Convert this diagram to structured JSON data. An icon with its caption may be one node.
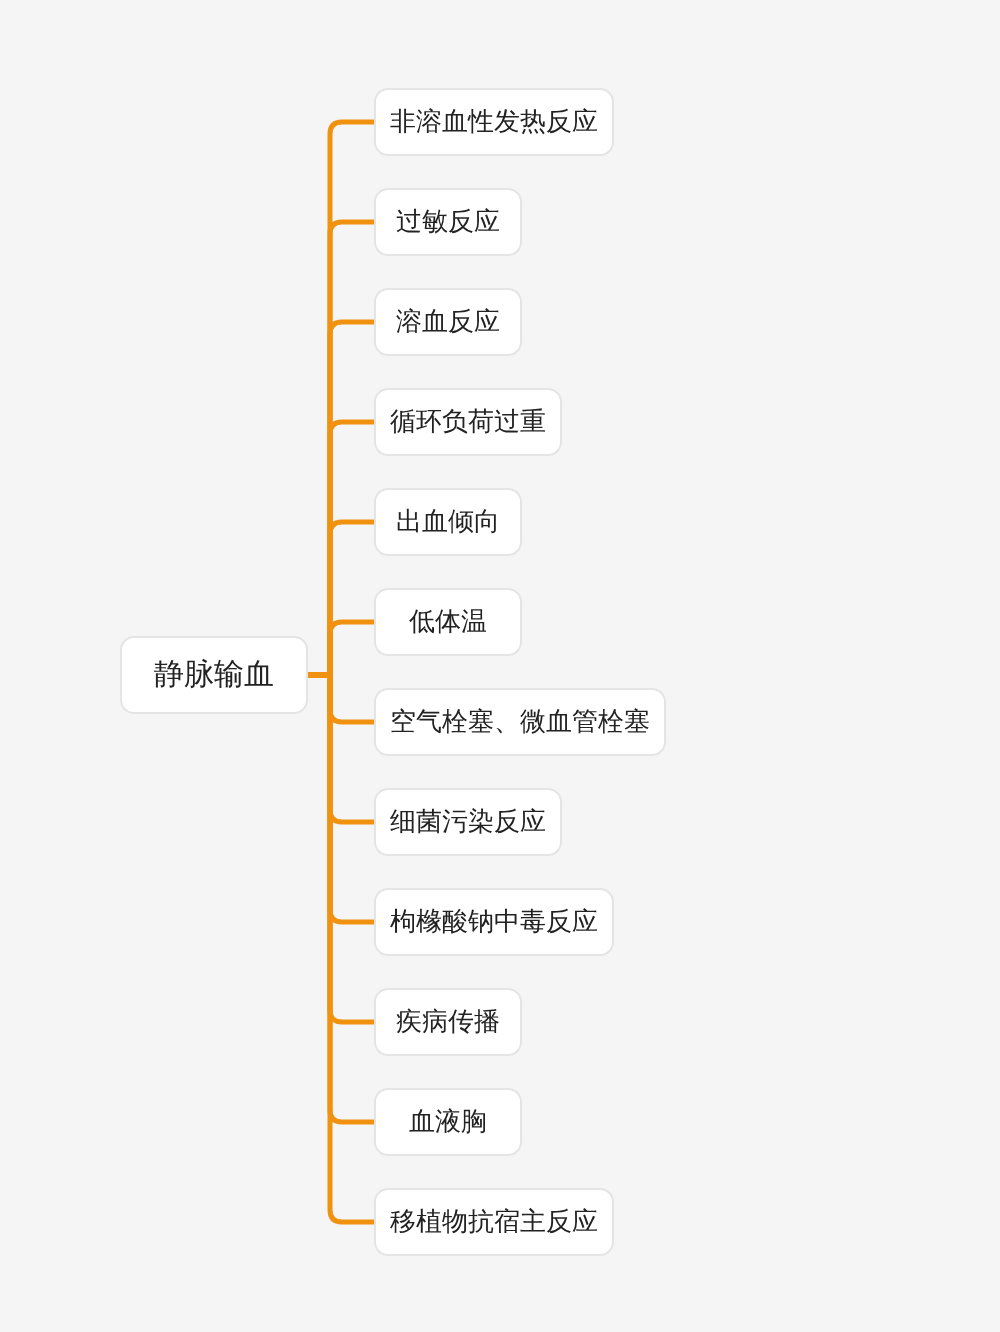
{
  "diagram": {
    "nodes": [
      {
        "text": [
          "静脉输血"
        ]
      },
      {
        "text": [
          "非溶血性发热反应"
        ]
      },
      {
        "text": [
          "过敏反应"
        ]
      },
      {
        "text": [
          "溶血反应"
        ]
      },
      {
        "text": [
          "循环负荷过重"
        ]
      },
      {
        "text": [
          "出血倾向"
        ]
      },
      {
        "text": [
          "低体温"
        ]
      },
      {
        "text": [
          "空气栓塞、微血管栓塞"
        ]
      },
      {
        "text": [
          "细菌污染反应"
        ]
      },
      {
        "text": [
          "枸橼酸钠中毒反应"
        ]
      },
      {
        "text": [
          "疾病传播"
        ]
      },
      {
        "text": [
          "血液胸"
        ]
      },
      {
        "text": [
          "移植物抗宿主反应"
        ]
      }
    ],
    "edges": [
      {
        "from": 0,
        "to": 1,
        "arrow": "none"
      },
      {
        "from": 0,
        "to": 2,
        "arrow": "none"
      },
      {
        "from": 0,
        "to": 3,
        "arrow": "none"
      },
      {
        "from": 0,
        "to": 4,
        "arrow": "none"
      },
      {
        "from": 0,
        "to": 5,
        "arrow": "none"
      },
      {
        "from": 0,
        "to": 6,
        "arrow": "none"
      },
      {
        "from": 0,
        "to": 7,
        "arrow": "none"
      },
      {
        "from": 0,
        "to": 8,
        "arrow": "none"
      },
      {
        "from": 0,
        "to": 9,
        "arrow": "none"
      },
      {
        "from": 0,
        "to": 10,
        "arrow": "none"
      },
      {
        "from": 0,
        "to": 11,
        "arrow": "none"
      },
      {
        "from": 0,
        "to": 12,
        "arrow": "none"
      }
    ]
  }
}
